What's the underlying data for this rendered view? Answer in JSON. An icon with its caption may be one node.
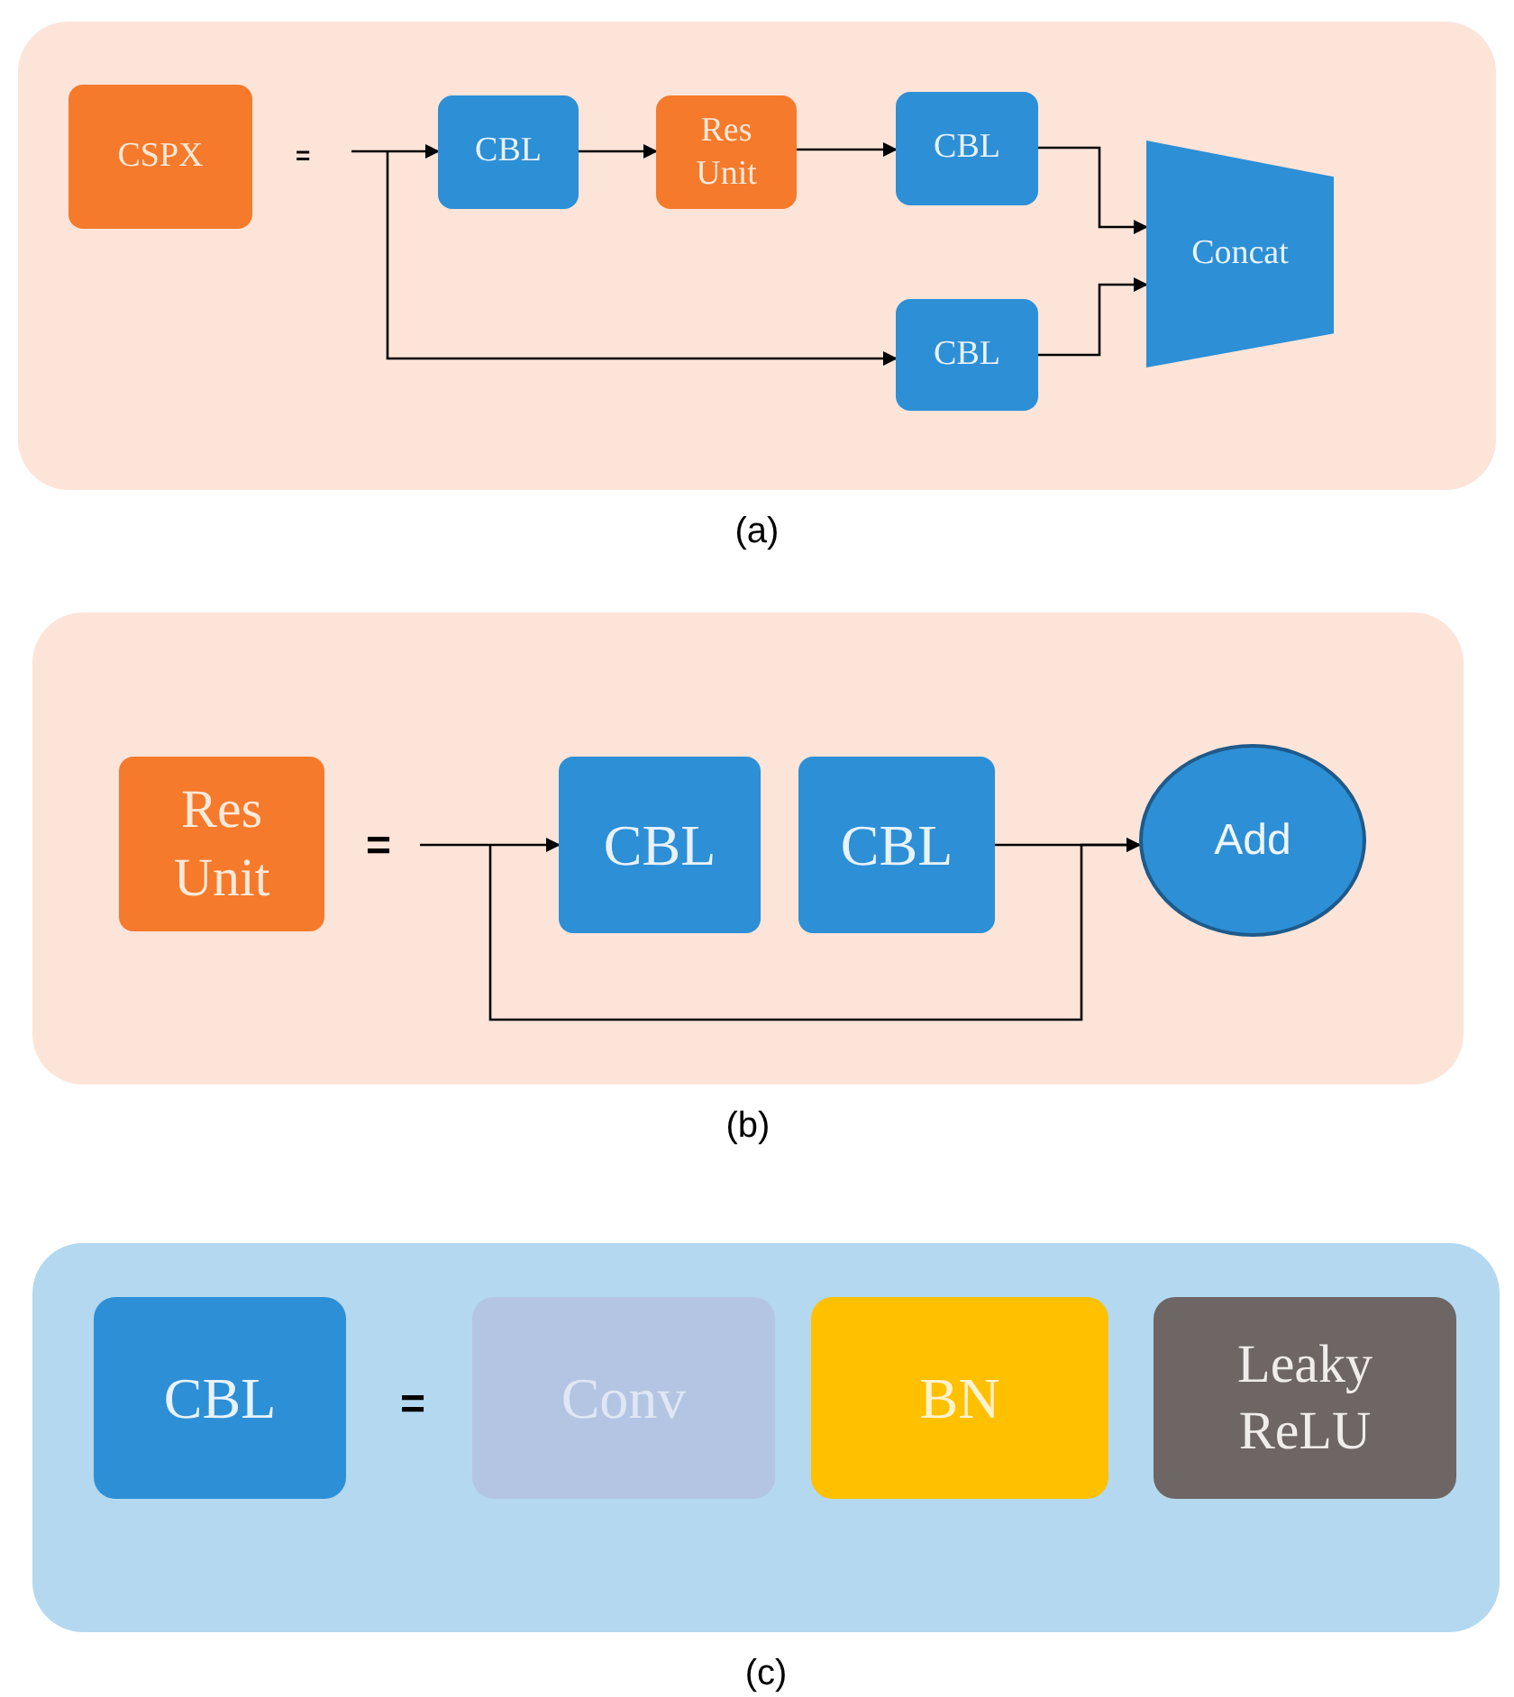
{
  "diagram": {
    "nodes": [
      {
        "text": [],
        "shape": "box",
        "beside": [
          "(a)"
        ]
      },
      {
        "text": [
          "CSPX"
        ],
        "in": 0
      },
      {
        "text": [
          "CBL"
        ],
        "in": 0
      },
      {
        "text": [
          "Res Unit"
        ],
        "in": 0
      },
      {
        "text": [
          "CBL"
        ],
        "in": 0
      },
      {
        "text": [
          "CBL"
        ],
        "in": 0
      },
      {
        "text": [
          "Concat"
        ],
        "in": 0
      },
      {
        "text": [],
        "shape": "box",
        "beside": [
          "(b)"
        ]
      },
      {
        "text": [
          "Res Unit"
        ],
        "in": 7
      },
      {
        "text": [
          "CBL"
        ],
        "in": 7
      },
      {
        "text": [
          "CBL"
        ],
        "in": 7
      },
      {
        "text": [
          "Add"
        ],
        "in": 7
      },
      {
        "text": [],
        "shape": "box",
        "beside": [
          "(c)"
        ]
      },
      {
        "text": [
          "CBL"
        ],
        "in": 12
      },
      {
        "text": [
          "Conv"
        ],
        "in": 12
      },
      {
        "text": [
          "BN"
        ],
        "in": 12
      },
      {
        "text": [
          "Leaky ReLU"
        ],
        "in": 12
      }
    ],
    "edges": [
      {
        "from": null,
        "to": 2,
        "arrow": "to"
      },
      {
        "from": null,
        "to": 5,
        "arrow": "to"
      },
      {
        "from": 2,
        "to": 3,
        "arrow": "to"
      },
      {
        "from": 3,
        "to": 4,
        "arrow": "to"
      },
      {
        "from": 4,
        "to": 6,
        "arrow": "to"
      },
      {
        "from": 5,
        "to": 6,
        "arrow": "to"
      },
      {
        "from": null,
        "to": 9,
        "arrow": "to"
      },
      {
        "from": 10,
        "to": 11,
        "arrow": "to"
      },
      {
        "from": null,
        "to": 11,
        "arrow": "to"
      }
    ],
    "labels": [
      "=",
      "=",
      "="
    ]
  }
}
